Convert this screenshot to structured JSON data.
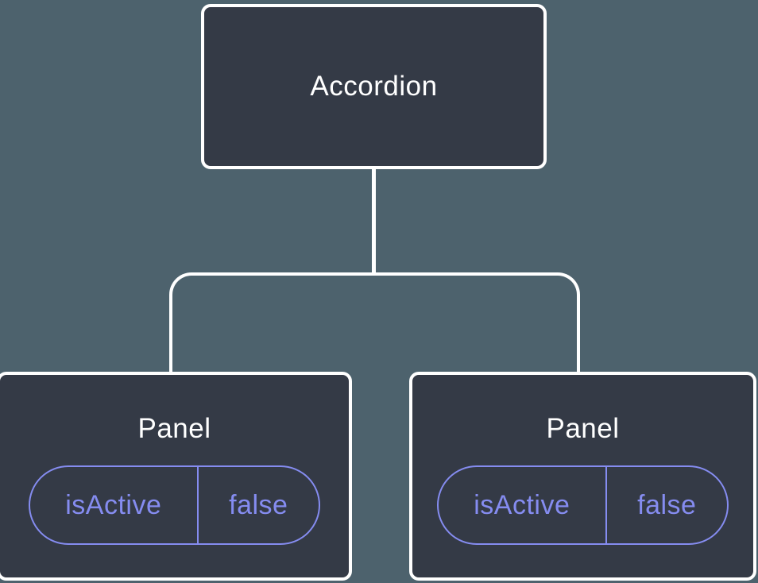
{
  "diagram": {
    "type": "component-tree",
    "root": {
      "label": "Accordion"
    },
    "children": [
      {
        "label": "Panel",
        "props": [
          {
            "name": "isActive",
            "value": "false"
          }
        ]
      },
      {
        "label": "Panel",
        "props": [
          {
            "name": "isActive",
            "value": "false"
          }
        ]
      }
    ]
  },
  "colors": {
    "background": "#4d626d",
    "node_fill": "#343a46",
    "node_border": "#ffffff",
    "connector": "#ffffff",
    "accent": "#858cf0",
    "label_text": "#ffffff"
  }
}
